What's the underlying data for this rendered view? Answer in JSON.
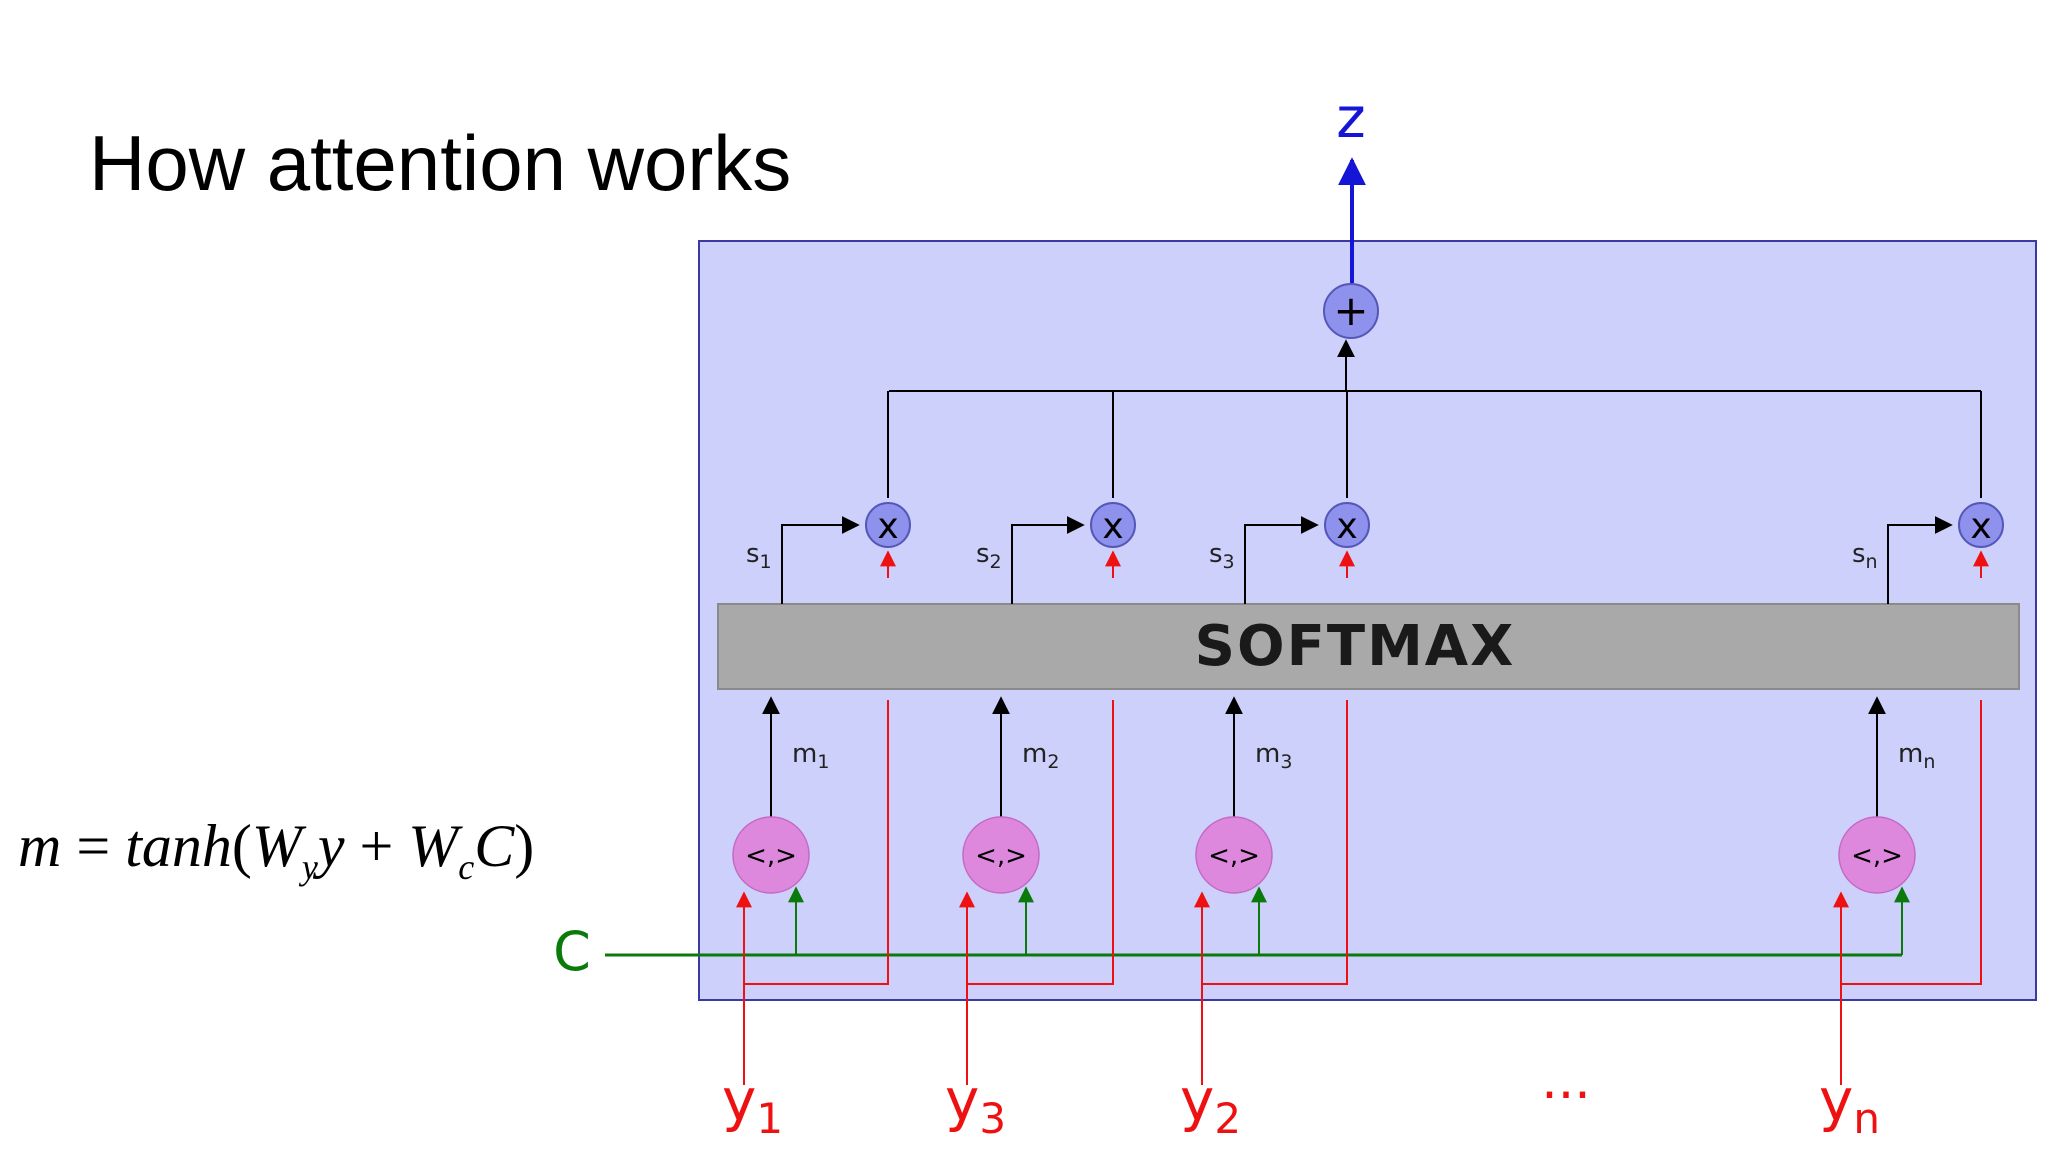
{
  "slide": {
    "title": "How attention works"
  },
  "diagram": {
    "output_label": "z",
    "sum_symbol": "+",
    "multiply_symbol": "x",
    "softmax_label": "SOFTMAX",
    "context_label": "C",
    "dot_product_symbol": "<,>",
    "ellipsis": "...",
    "columns": [
      {
        "s": "s",
        "s_sub": "1",
        "m": "m",
        "m_sub": "1",
        "y": "y",
        "y_sub": "1"
      },
      {
        "s": "s",
        "s_sub": "2",
        "m": "m",
        "m_sub": "2",
        "y": "y",
        "y_sub": "3"
      },
      {
        "s": "s",
        "s_sub": "3",
        "m": "m",
        "m_sub": "3",
        "y": "y",
        "y_sub": "2"
      },
      {
        "s": "s",
        "s_sub": "n",
        "m": "m",
        "m_sub": "n",
        "y": "y",
        "y_sub": "n"
      }
    ],
    "colors": {
      "panel_fill": "#ccd0fb",
      "panel_border": "#3a3aa0",
      "node_fill": "#8e92ec",
      "softmax_fill": "#a9a9a9",
      "dot_fill": "#dd88dd",
      "red": "#ee1111",
      "green": "#0a7a0a",
      "blue": "#1515d8"
    }
  },
  "formula": {
    "lhs": "m",
    "eq": " = ",
    "func": "tanh",
    "open": "(",
    "w1": "W",
    "w1_sub": "y",
    "v1": "y",
    "plus": " + ",
    "w2": "W",
    "w2_sub": "c",
    "v2": "C",
    "close": ")"
  }
}
